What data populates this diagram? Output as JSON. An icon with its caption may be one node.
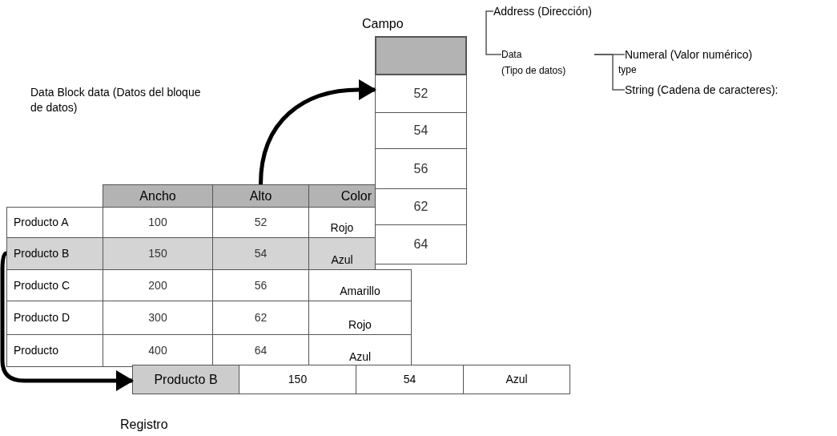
{
  "diagram": {
    "nodes": [
      {
        "text": [
          "Address (Dirección)"
        ]
      },
      {
        "text": [
          "Data",
          "(Tipo de datos)"
        ]
      },
      {
        "text": [
          "Numeral (Valor numérico)"
        ]
      },
      {
        "text": [
          "String (Cadena de caracteres):"
        ]
      },
      {
        "text": [],
        "shape": "box"
      },
      {
        "text": [],
        "shape": "box",
        "in": 4
      },
      {
        "text": [
          "52"
        ],
        "in": 4
      },
      {
        "text": [
          "54"
        ],
        "in": 4
      },
      {
        "text": [
          "56"
        ],
        "in": 4
      },
      {
        "text": [
          "62"
        ],
        "in": 4
      },
      {
        "text": [
          "64"
        ],
        "in": 4
      },
      {
        "text": [
          "Ancho"
        ]
      },
      {
        "text": [
          "Alto"
        ]
      },
      {
        "text": [
          "Color"
        ]
      },
      {
        "text": [
          "Producto A"
        ]
      },
      {
        "text": [
          "100"
        ]
      },
      {
        "text": [
          "52"
        ]
      },
      {
        "text": [
          "Rojo"
        ]
      },
      {
        "text": [
          "Producto B"
        ]
      },
      {
        "text": [
          "150"
        ]
      },
      {
        "text": [
          "54"
        ]
      },
      {
        "text": [
          "Azul"
        ]
      },
      {
        "text": [
          "Producto C"
        ]
      },
      {
        "text": [
          "200"
        ]
      },
      {
        "text": [
          "56"
        ]
      },
      {
        "text": [
          "Amarillo"
        ]
      },
      {
        "text": [
          "Producto D"
        ]
      },
      {
        "text": [
          "300"
        ]
      },
      {
        "text": [
          "62"
        ]
      },
      {
        "text": [
          "Rojo"
        ]
      },
      {
        "text": [
          "Producto"
        ]
      },
      {
        "text": [
          "400"
        ]
      },
      {
        "text": [
          "64"
        ]
      },
      {
        "text": [
          "Azul"
        ]
      },
      {
        "text": [],
        "shape": "box"
      },
      {
        "text": [
          "Producto B"
        ],
        "in": 34
      },
      {
        "text": [
          "150"
        ],
        "in": 34
      },
      {
        "text": [
          "54"
        ],
        "in": 34
      },
      {
        "text": [
          "Azul"
        ],
        "in": 34
      }
    ],
    "edges": [
      {
        "from": 12,
        "to": 4,
        "arrow": "to",
        "style": "thick"
      },
      {
        "from": 18,
        "to": 34,
        "arrow": "to",
        "style": "thick"
      },
      {
        "from": 0,
        "to": 1,
        "arrow": "none"
      },
      {
        "from": 1,
        "to": 2,
        "arrow": "none"
      },
      {
        "from": 1,
        "to": 3,
        "arrow": "none"
      }
    ],
    "labels": [
      "Campo",
      "type",
      "Data Block data (Datos del bloque de datos)",
      "Registro"
    ]
  }
}
